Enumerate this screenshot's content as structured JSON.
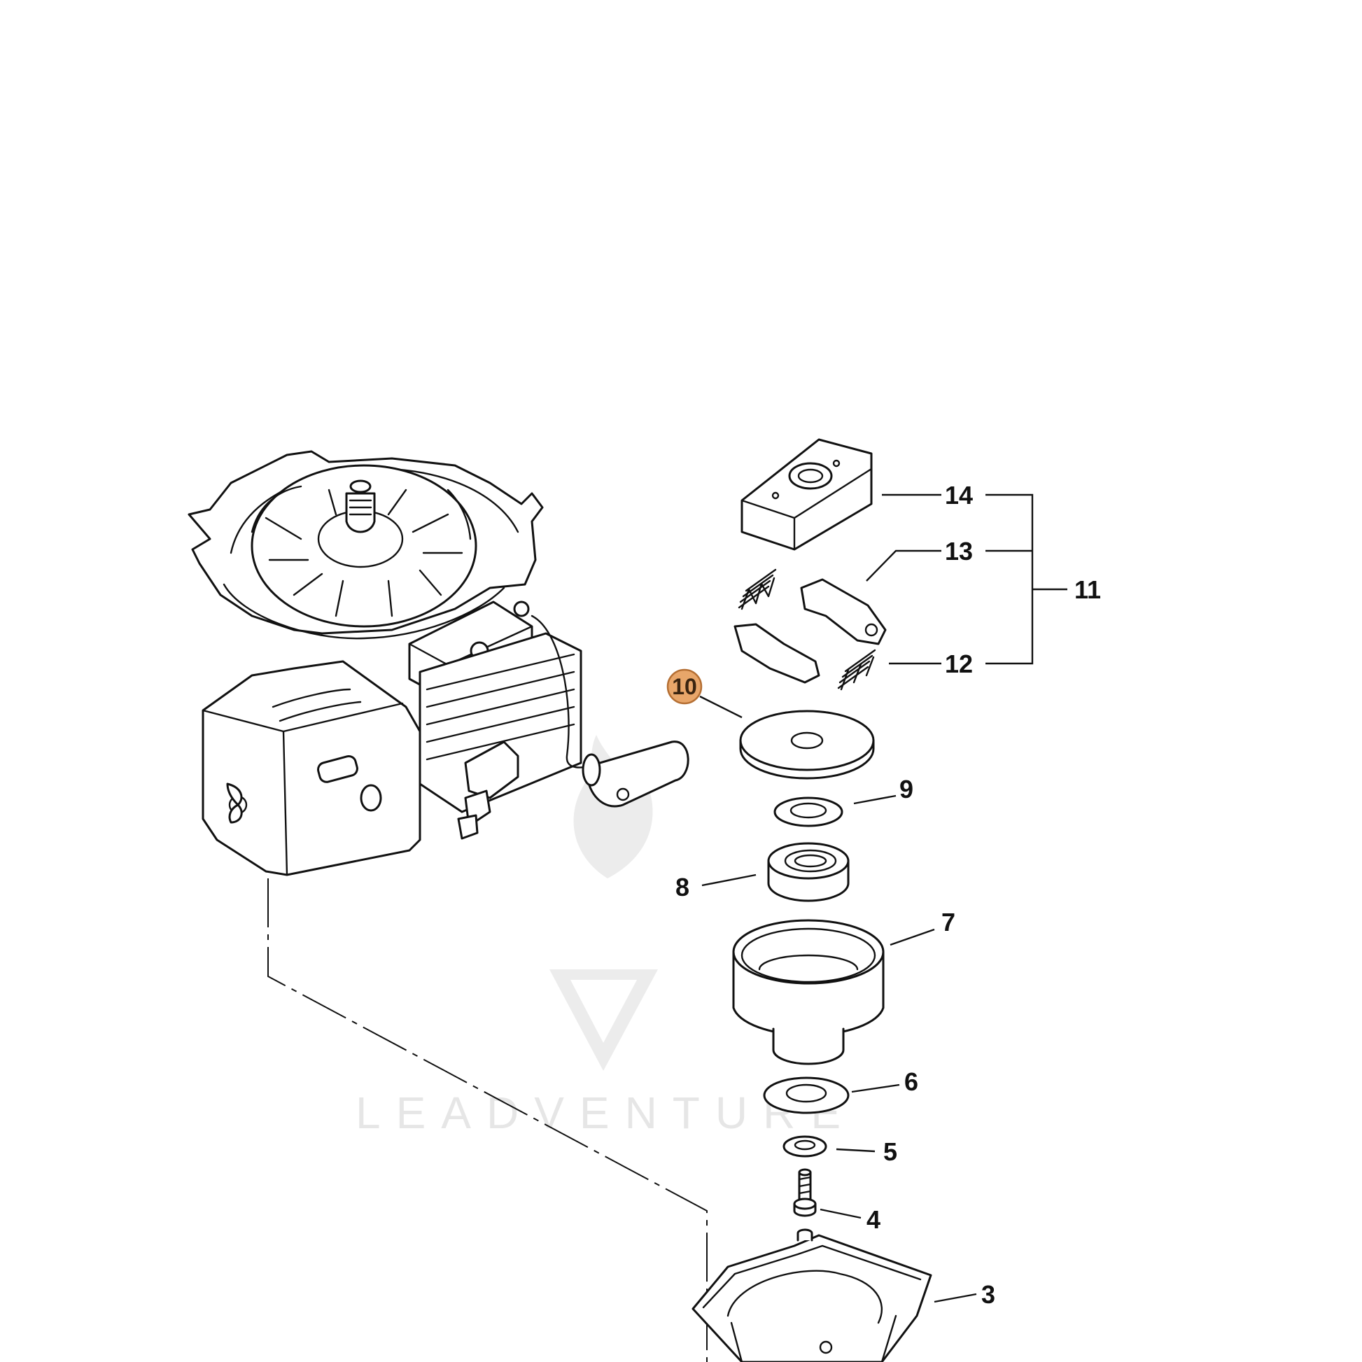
{
  "watermark": {
    "text": "LEADVENTURE"
  },
  "highlight_color": "#e8a66a",
  "callouts": [
    {
      "id": "14",
      "label": "14"
    },
    {
      "id": "13",
      "label": "13"
    },
    {
      "id": "11",
      "label": "11"
    },
    {
      "id": "12",
      "label": "12"
    },
    {
      "id": "10",
      "label": "10",
      "highlighted": true
    },
    {
      "id": "9",
      "label": "9"
    },
    {
      "id": "8",
      "label": "8"
    },
    {
      "id": "7",
      "label": "7"
    },
    {
      "id": "6",
      "label": "6"
    },
    {
      "id": "5",
      "label": "5"
    },
    {
      "id": "4",
      "label": "4"
    },
    {
      "id": "3",
      "label": "3"
    }
  ]
}
